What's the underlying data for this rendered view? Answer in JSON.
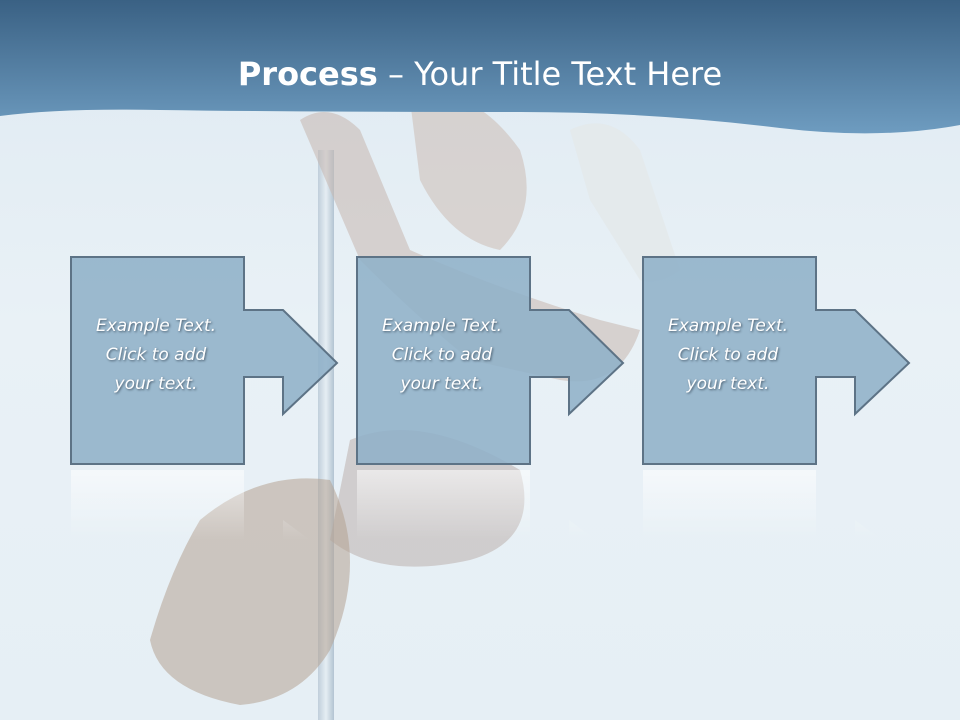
{
  "slide": {
    "title_bold": "Process",
    "title_rest": " – Your Title Text Here"
  },
  "steps": [
    {
      "line1": "Example Text.",
      "line2": "Click  to add",
      "line3": "your text."
    },
    {
      "line1": "Example Text.",
      "line2": "Click  to add",
      "line3": "your text."
    },
    {
      "line1": "Example Text.",
      "line2": "Click  to add",
      "line3": "your text."
    }
  ],
  "colors": {
    "header_top": "#3a6184",
    "header_bottom": "#6e9cc0",
    "box_fill": "#8fb0c8",
    "box_border": "#5d7386",
    "background": "#e6eff5"
  },
  "background_image": "pole-dancer-photo"
}
